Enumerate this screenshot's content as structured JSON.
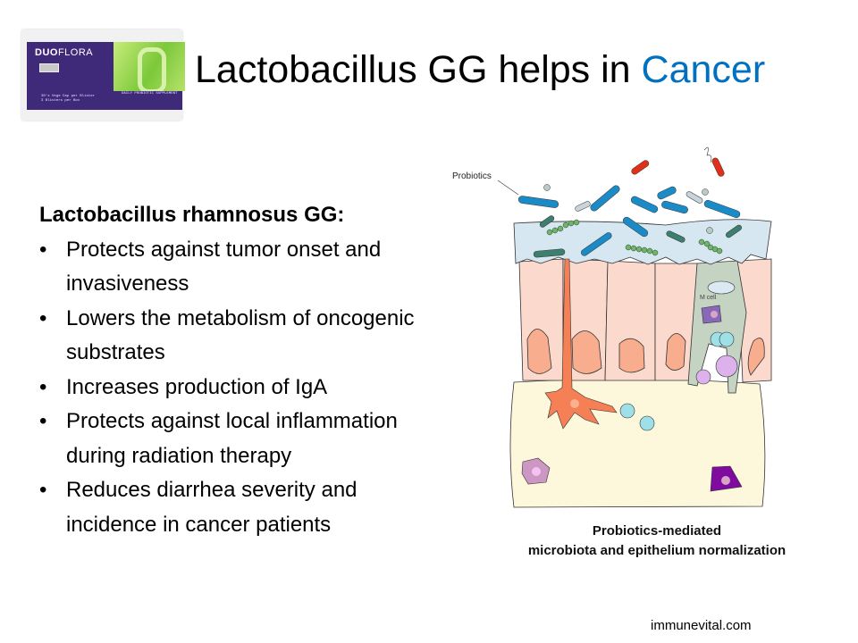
{
  "product": {
    "brand_bold": "DUO",
    "brand_light": "FLORA",
    "line1": "30's Vege Cap per Blister",
    "line2": "3 Blisters per Box",
    "tagline": "DAILY PROBIOTIC SUPPLEMENT"
  },
  "title": {
    "prefix": "Lactobacillus GG helps in ",
    "accent": "Cancer",
    "accent_color": "#0070c0"
  },
  "content": {
    "heading": "Lactobacillus rhamnosus GG:",
    "bullets": [
      "Protects against tumor onset and invasiveness",
      "Lowers the metabolism of oncogenic substrates",
      "Increases production of IgA",
      "Protects against local inflammation during radiation therapy",
      "Reduces diarrhea severity and incidence in cancer patients"
    ]
  },
  "figure": {
    "probiotics_label": "Probiotics",
    "mcell_label": "M cell",
    "caption_line1": "Probiotics-mediated",
    "caption_line2": "microbiota and epithelium normalization"
  },
  "footer": {
    "site": "immunevital.com"
  }
}
